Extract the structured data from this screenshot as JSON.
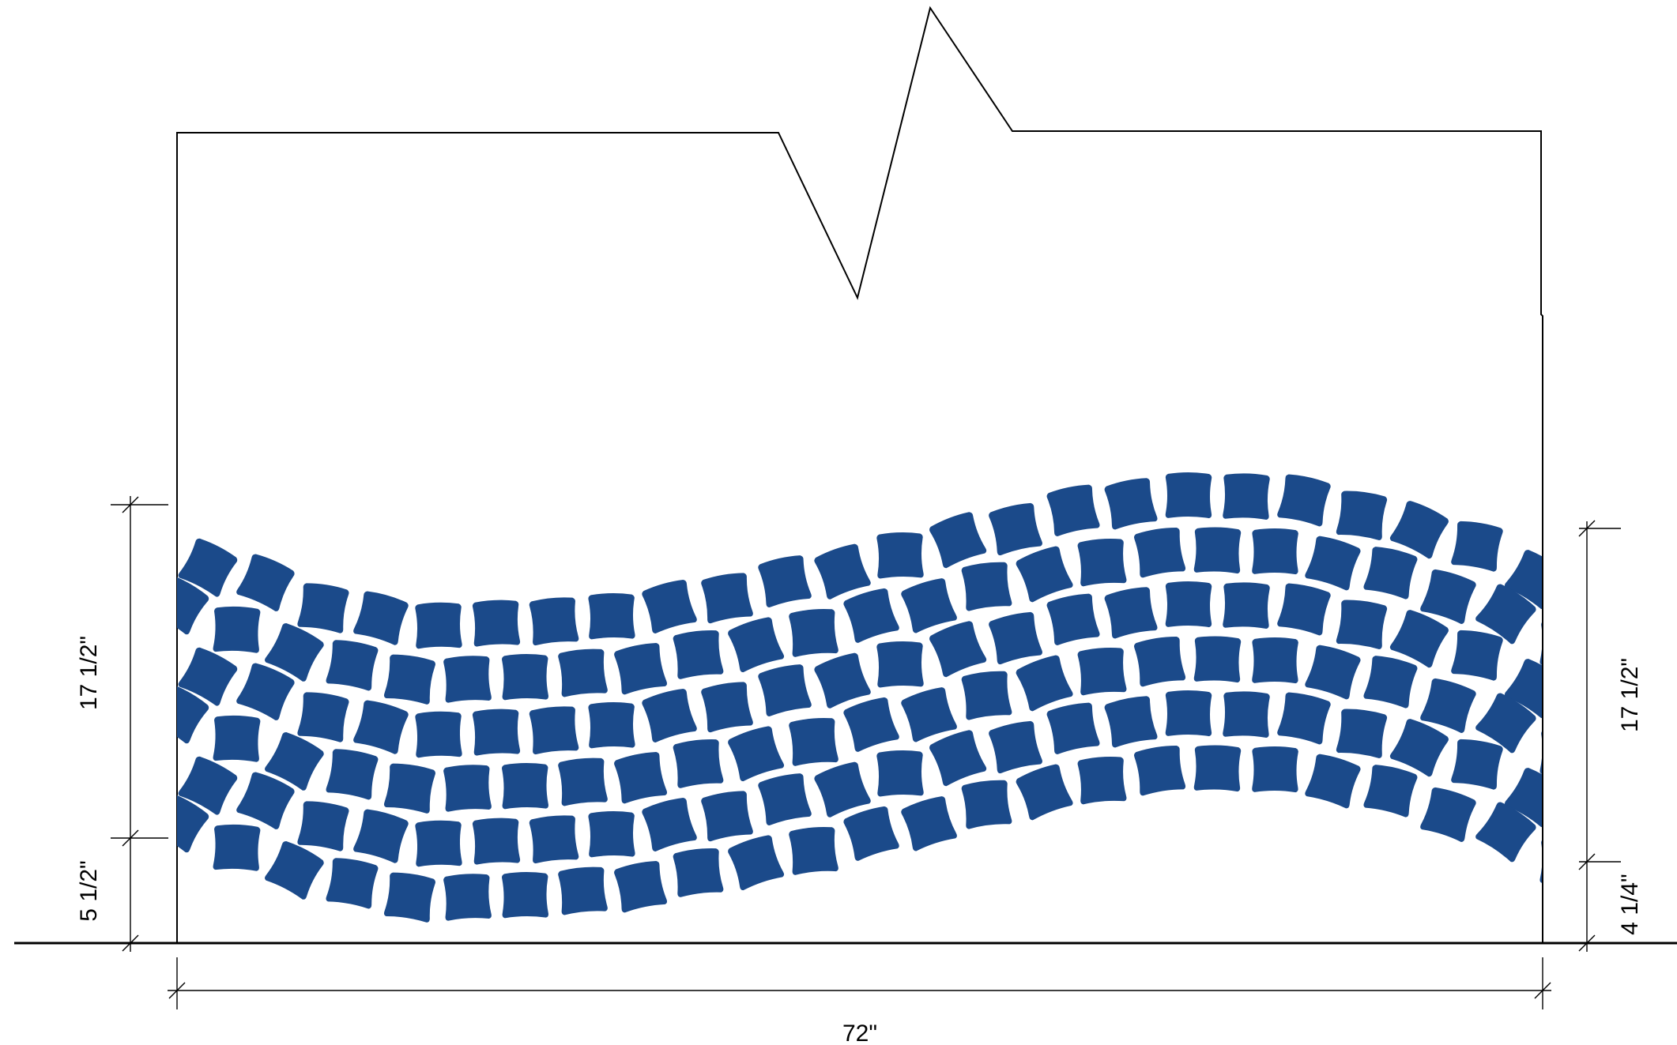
{
  "drawing": {
    "tile_color": "#1b4a8a",
    "line_color": "#000000",
    "background": "#ffffff",
    "break_line_icon": "break-line-icon",
    "mosaic": {
      "pattern": "wave",
      "rows": 6
    }
  },
  "dimensions": {
    "total_width": "72\"",
    "left_band_height": "17 1/2\"",
    "left_base_offset": "5 1/2\"",
    "right_band_height": "17 1/2\"",
    "right_base_offset": "4 1/4\""
  }
}
